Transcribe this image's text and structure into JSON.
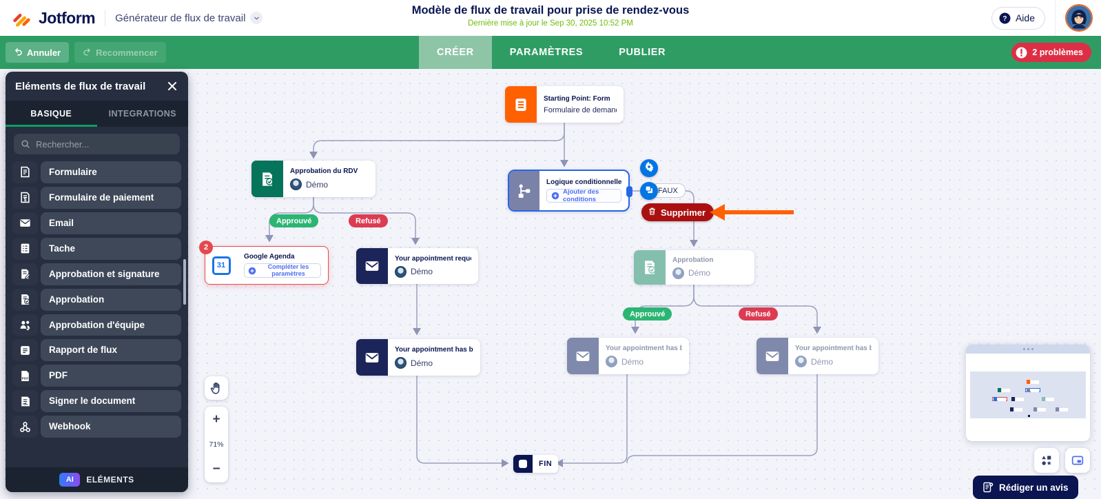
{
  "header": {
    "logo_text": "Jotform",
    "app_name": "Générateur de flux de travail",
    "title": "Modèle de flux de travail pour prise de rendez-vous",
    "subtitle": "Dernière mise à jour le Sep 30, 2025 10:52 PM",
    "help_label": "Aide"
  },
  "toolbar": {
    "undo_label": "Annuler",
    "redo_label": "Recommencer",
    "tabs": [
      {
        "label": "CRÉER",
        "active": true
      },
      {
        "label": "PARAMÈTRES",
        "active": false
      },
      {
        "label": "PUBLIER",
        "active": false
      }
    ],
    "problems_label": "2 problèmes"
  },
  "sidebar": {
    "title": "Eléments de flux de travail",
    "tabs": [
      {
        "label": "BASIQUE",
        "active": true
      },
      {
        "label": "INTEGRATIONS",
        "active": false
      }
    ],
    "search_placeholder": "Rechercher...",
    "items": [
      {
        "label": "Formulaire",
        "icon": "form-icon"
      },
      {
        "label": "Formulaire de paiement",
        "icon": "payment-form-icon"
      },
      {
        "label": "Email",
        "icon": "email-icon"
      },
      {
        "label": "Tache",
        "icon": "task-icon"
      },
      {
        "label": "Approbation et signature",
        "icon": "approval-signature-icon"
      },
      {
        "label": "Approbation",
        "icon": "approval-icon"
      },
      {
        "label": "Approbation d'équipe",
        "icon": "team-approval-icon"
      },
      {
        "label": "Rapport de flux",
        "icon": "flow-report-icon"
      },
      {
        "label": "PDF",
        "icon": "pdf-icon"
      },
      {
        "label": "Signer le document",
        "icon": "sign-document-icon"
      },
      {
        "label": "Webhook",
        "icon": "webhook-icon"
      }
    ],
    "footer": {
      "badge": "AI",
      "label": "ELÉMENTS"
    }
  },
  "canvas": {
    "nodes": {
      "start": {
        "title": "Starting Point: Form",
        "subtitle": "Formulaire de demande d..."
      },
      "approval_rdv": {
        "title": "Approbation du RDV",
        "assignee": "Démo"
      },
      "condition": {
        "title": "Logique conditionnelle",
        "add_button": "Ajouter des conditions"
      },
      "google": {
        "title": "Google Agenda",
        "badge": "2",
        "complete_button": "Compléter les paramètres",
        "calendar_day": "31"
      },
      "email_request": {
        "title": "Your appointment request ha...",
        "assignee": "Démo"
      },
      "email_scheduled": {
        "title": "Your appointment has been s...",
        "assignee": "Démo"
      },
      "approval_faded": {
        "title": "Approbation",
        "assignee": "Démo"
      },
      "email_faded_left": {
        "title": "Your appointment has been s...",
        "assignee": "Démo"
      },
      "email_faded_right": {
        "title": "Your appointment has been s...",
        "assignee": "Démo"
      },
      "end": {
        "label": "FIN"
      }
    },
    "branch_labels": {
      "approved": "Approuvé",
      "refused": "Refusé",
      "false": "FAUX"
    },
    "context_menu": {
      "delete_label": "Supprimer"
    },
    "zoom_level": "71%",
    "feedback_label": "Rédiger un avis"
  },
  "colors": {
    "toolbar_green": "#2f9c64",
    "active_tab_green": "#8ec5a7",
    "navy": "#0a1551",
    "orange": "#ff6100",
    "alert_red": "#dc2f45",
    "delete_red": "#ab1010",
    "blue": "#0075e3",
    "approved_green": "#2bb573",
    "refused_red": "#dc3b52",
    "subtitle_green": "#6fbb07",
    "selection_blue": "#2567e8"
  }
}
